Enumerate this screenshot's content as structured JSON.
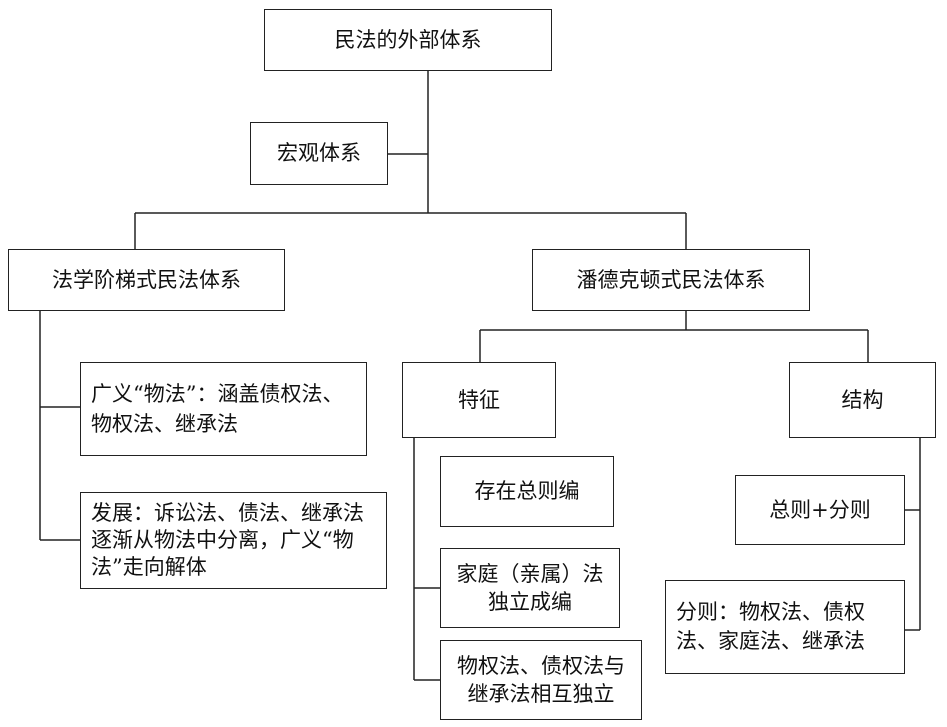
{
  "root": "民法的外部体系",
  "macro": "宏观体系",
  "left_system": {
    "title": "法学阶梯式民法体系",
    "item1": "广义“物法”：涵盖债权法、物权法、继承法",
    "item2": "发展：诉讼法、债法、继承法逐渐从物法中分离，广义“物法”走向解体"
  },
  "right_system": {
    "title": "潘德克顿式民法体系",
    "features": {
      "title": "特征",
      "items": [
        "存在总则编",
        "家庭（亲属）法独立成编",
        "物权法、债权法与继承法相互独立"
      ]
    },
    "structure": {
      "title": "结构",
      "items": [
        "总则+分则",
        "分则：物权法、债权法、家庭法、继承法"
      ]
    }
  }
}
